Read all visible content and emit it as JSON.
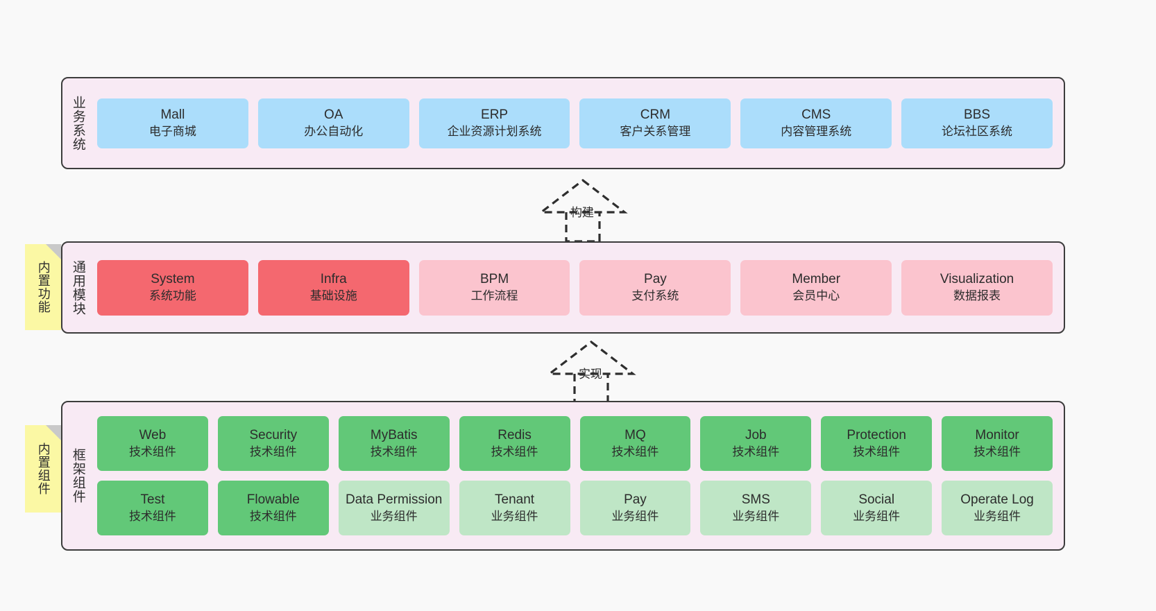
{
  "diagram": {
    "title": "yudao-cloud architecture layers",
    "colors": {
      "container_fill": "#f8eaf4",
      "container_border": "#3c3c3c",
      "business_box": "#abddfb",
      "core_module_box": "#f4686f",
      "module_box": "#fbc4ce",
      "tech_component_box": "#62c878",
      "business_component_box": "#bfe6c6",
      "note_fill": "#fbf8a4",
      "canvas": "#f9f9f9"
    }
  },
  "layers": [
    {
      "id": "business",
      "title": "业务系统",
      "rows": [
        [
          {
            "en": "Mall",
            "cn": "电子商城",
            "style": "blue"
          },
          {
            "en": "OA",
            "cn": "办公自动化",
            "style": "blue"
          },
          {
            "en": "ERP",
            "cn": "企业资源计划系统",
            "style": "blue"
          },
          {
            "en": "CRM",
            "cn": "客户关系管理",
            "style": "blue"
          },
          {
            "en": "CMS",
            "cn": "内容管理系统",
            "style": "blue"
          },
          {
            "en": "BBS",
            "cn": "论坛社区系统",
            "style": "blue"
          }
        ]
      ]
    },
    {
      "id": "common",
      "title": "通用模块",
      "note": "内置功能",
      "rows": [
        [
          {
            "en": "System",
            "cn": "系统功能",
            "style": "red"
          },
          {
            "en": "Infra",
            "cn": "基础设施",
            "style": "red"
          },
          {
            "en": "BPM",
            "cn": "工作流程",
            "style": "pink"
          },
          {
            "en": "Pay",
            "cn": "支付系统",
            "style": "pink"
          },
          {
            "en": "Member",
            "cn": "会员中心",
            "style": "pink"
          },
          {
            "en": "Visualization",
            "cn": "数据报表",
            "style": "pink"
          }
        ]
      ]
    },
    {
      "id": "framework",
      "title": "框架组件",
      "note": "内置组件",
      "rows": [
        [
          {
            "en": "Web",
            "cn": "技术组件",
            "style": "green"
          },
          {
            "en": "Security",
            "cn": "技术组件",
            "style": "green"
          },
          {
            "en": "MyBatis",
            "cn": "技术组件",
            "style": "green"
          },
          {
            "en": "Redis",
            "cn": "技术组件",
            "style": "green"
          },
          {
            "en": "MQ",
            "cn": "技术组件",
            "style": "green"
          },
          {
            "en": "Job",
            "cn": "技术组件",
            "style": "green"
          },
          {
            "en": "Protection",
            "cn": "技术组件",
            "style": "green"
          },
          {
            "en": "Monitor",
            "cn": "技术组件",
            "style": "green"
          }
        ],
        [
          {
            "en": "Test",
            "cn": "技术组件",
            "style": "green"
          },
          {
            "en": "Flowable",
            "cn": "技术组件",
            "style": "green"
          },
          {
            "en": "Data Permission",
            "cn": "业务组件",
            "style": "lightgreen"
          },
          {
            "en": "Tenant",
            "cn": "业务组件",
            "style": "lightgreen"
          },
          {
            "en": "Pay",
            "cn": "业务组件",
            "style": "lightgreen"
          },
          {
            "en": "SMS",
            "cn": "业务组件",
            "style": "lightgreen"
          },
          {
            "en": "Social",
            "cn": "业务组件",
            "style": "lightgreen"
          },
          {
            "en": "Operate Log",
            "cn": "业务组件",
            "style": "lightgreen"
          }
        ]
      ]
    }
  ],
  "connectors": [
    {
      "id": "build",
      "label": "构建",
      "from": "common",
      "to": "business"
    },
    {
      "id": "implement",
      "label": "实现",
      "from": "framework",
      "to": "common"
    }
  ]
}
